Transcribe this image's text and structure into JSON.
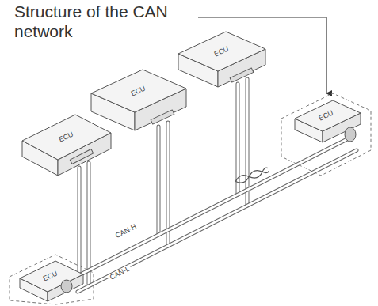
{
  "diagram": {
    "title": "Structure of the CAN network",
    "nodes": [
      {
        "text": [
          "ECU"
        ]
      },
      {
        "text": [
          "ECU"
        ]
      },
      {
        "text": [
          "ECU"
        ]
      },
      {
        "text": [
          "ECU"
        ]
      },
      {
        "text": [
          "ECU"
        ]
      }
    ],
    "labels": [
      "CAN-H",
      "CAN-L"
    ]
  }
}
